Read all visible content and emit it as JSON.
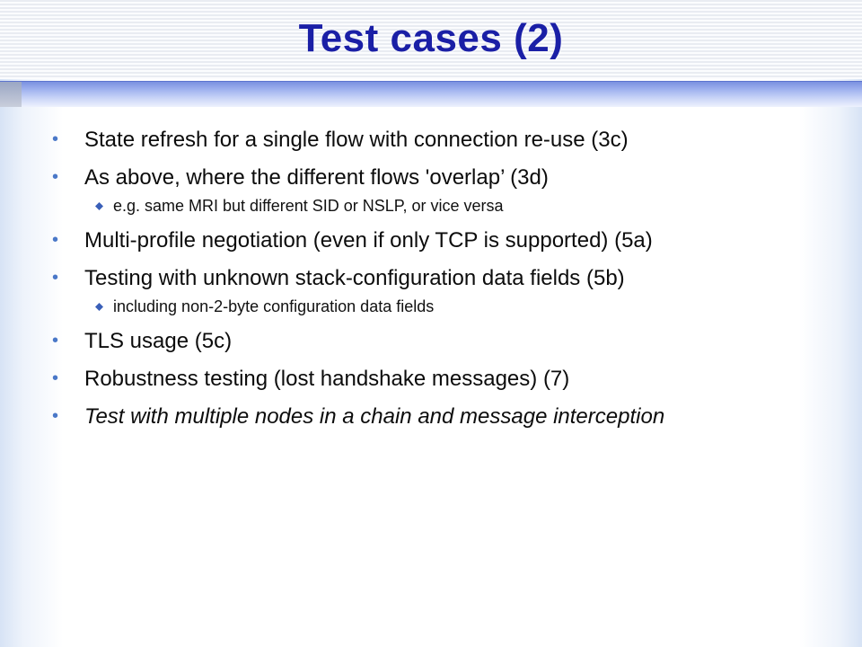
{
  "slide": {
    "title": "Test cases (2)",
    "bullets": [
      {
        "text": "State refresh for a single flow with connection re-use (3c)",
        "italic": false,
        "sub": []
      },
      {
        "text": "As above,  where the different flows 'overlap’ (3d)",
        "italic": false,
        "sub": [
          "e.g. same MRI but different SID or NSLP, or vice versa"
        ]
      },
      {
        "text": "Multi-profile negotiation (even if only TCP is supported) (5a)",
        "italic": false,
        "sub": []
      },
      {
        "text": "Testing with unknown stack-configuration data fields (5b)",
        "italic": false,
        "sub": [
          "including non-2-byte configuration data fields"
        ]
      },
      {
        "text": "TLS usage (5c)",
        "italic": false,
        "sub": []
      },
      {
        "text": "Robustness testing (lost handshake messages) (7)",
        "italic": false,
        "sub": []
      },
      {
        "text": "Test with multiple nodes in a chain and message interception",
        "italic": true,
        "sub": []
      }
    ]
  },
  "icons": {
    "bullet_level1": "bullet-dot-icon",
    "bullet_level2": "diamond-bullet-icon"
  },
  "colors": {
    "title": "#1a1fa6",
    "title_bar": "#8ea2e6",
    "bullet_level1": "#4a78c8",
    "bullet_level2": "#3a5fb8",
    "text": "#0c0c0c"
  }
}
